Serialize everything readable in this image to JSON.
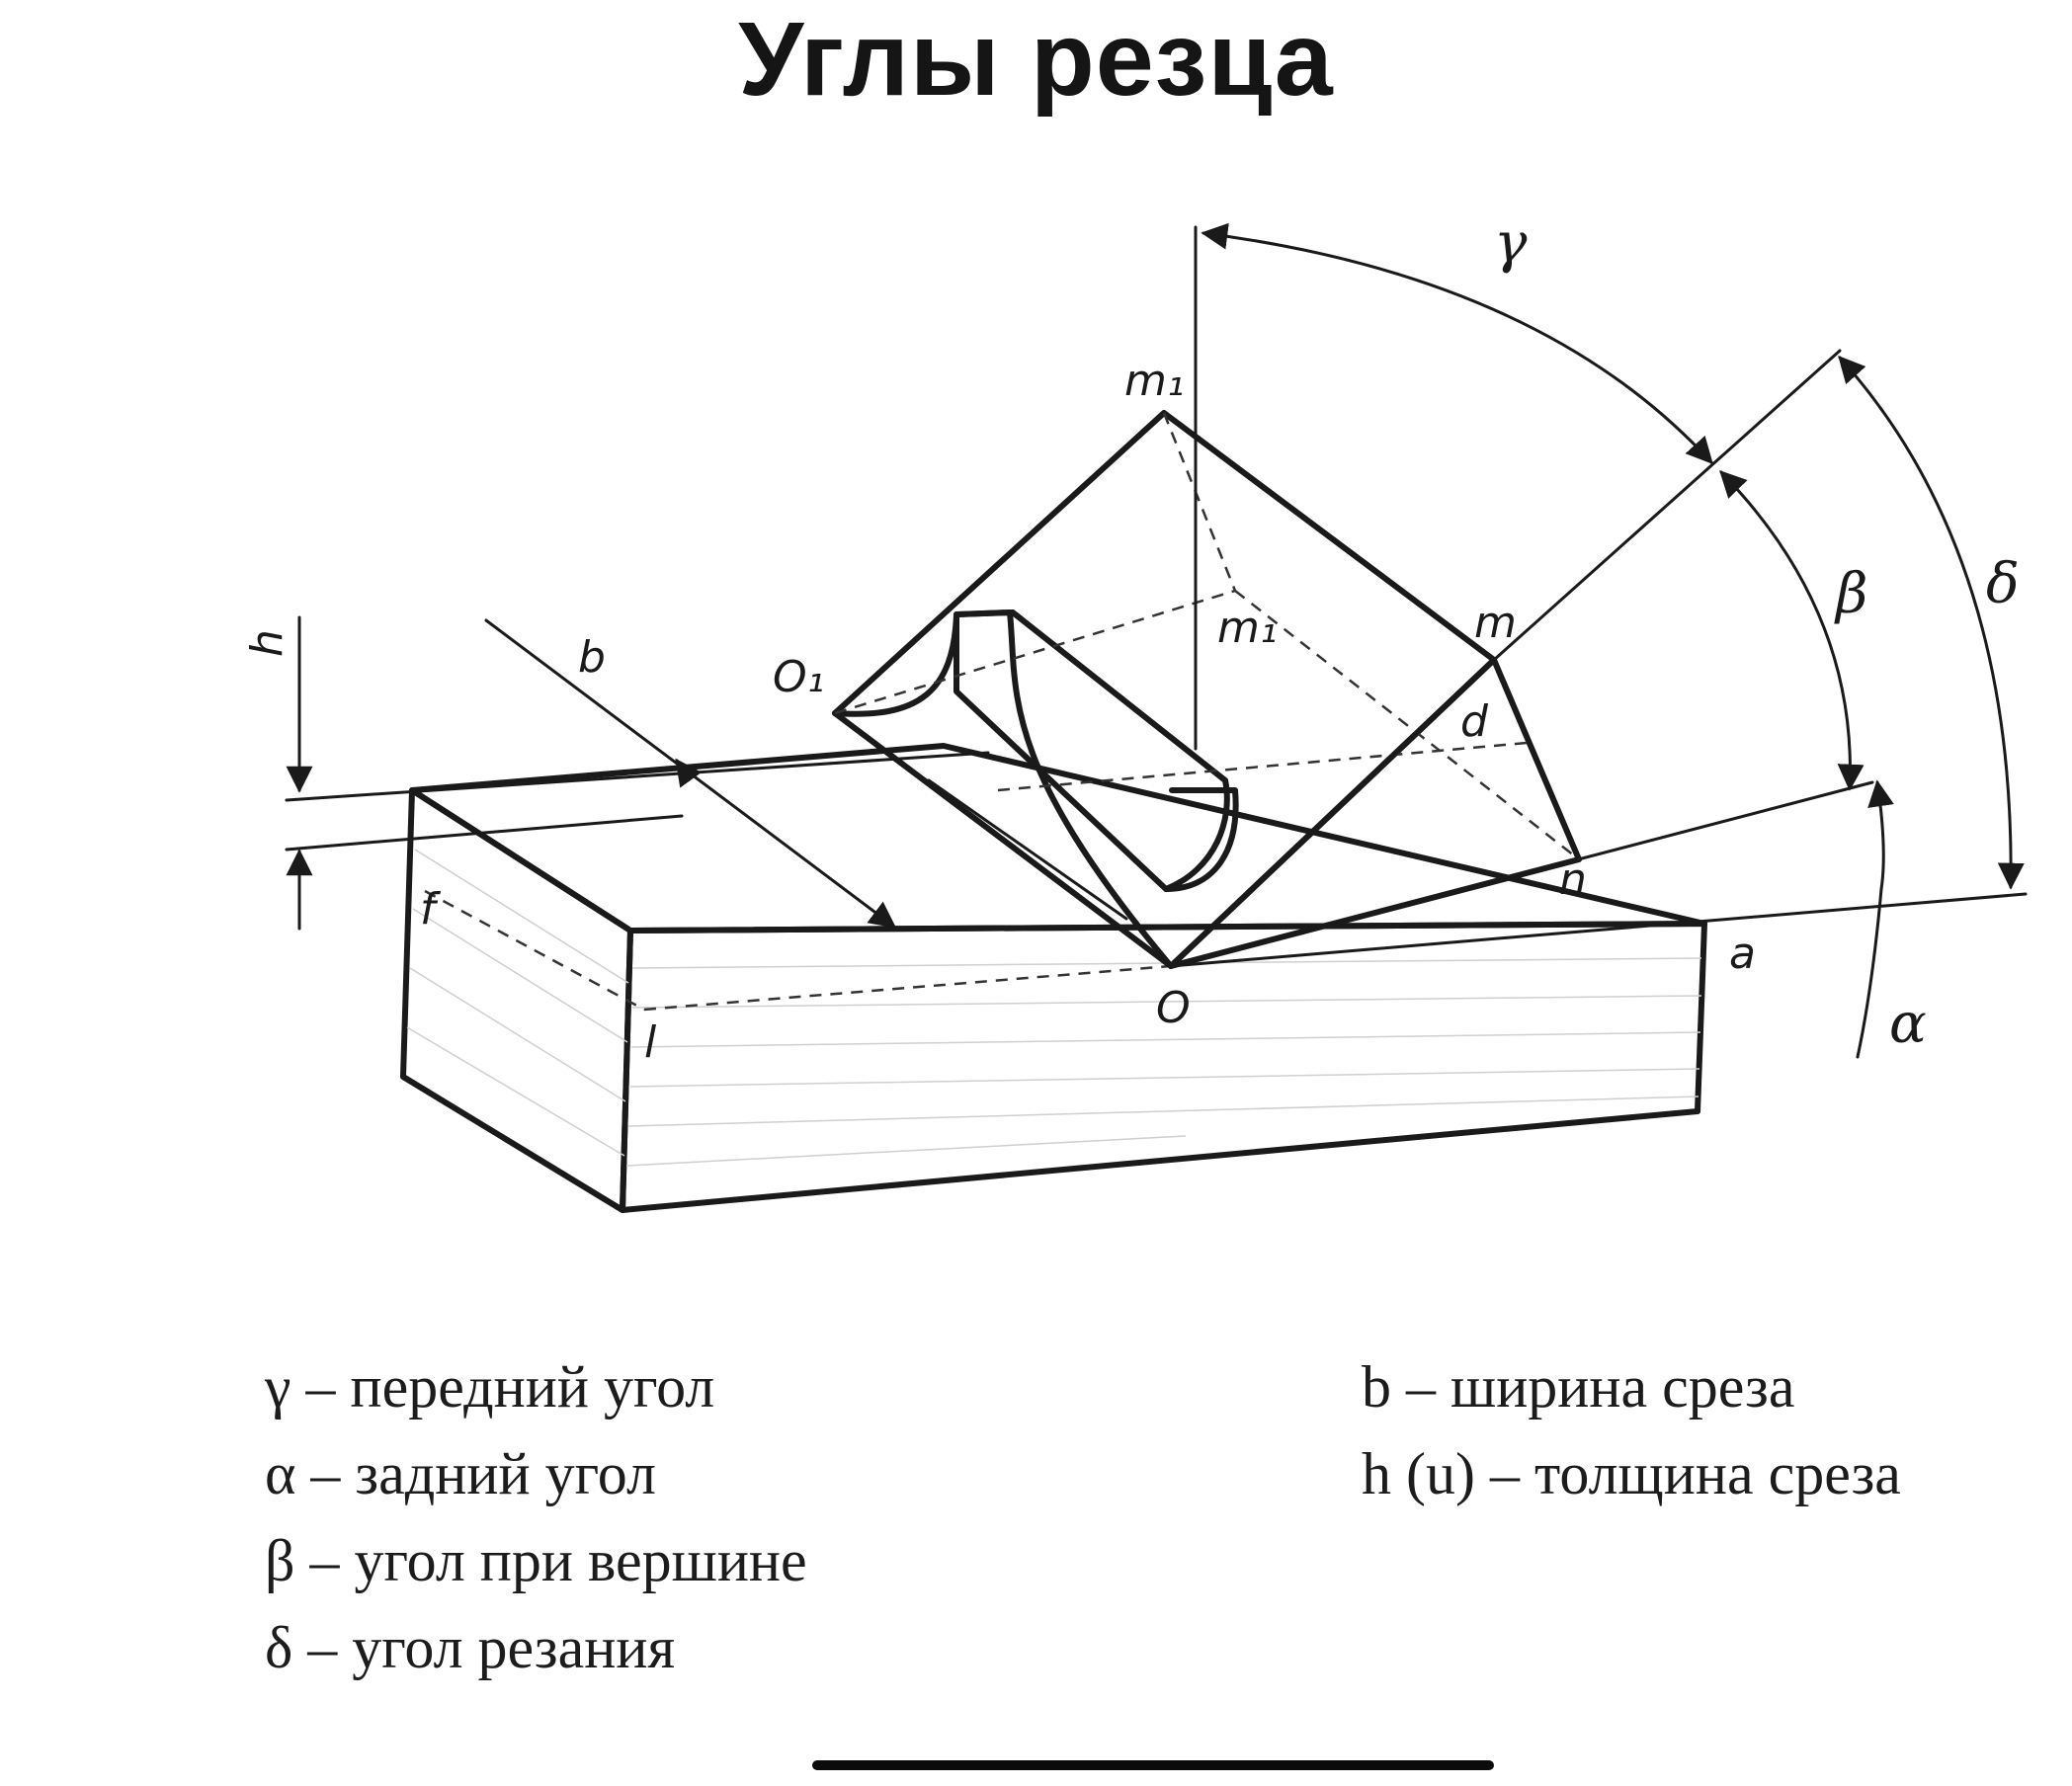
{
  "title": "Углы резца",
  "diagram": {
    "point_labels": {
      "m1_top": "m₁",
      "m1_mid": "m₁",
      "m": "m",
      "d": "d",
      "n": "n",
      "O1": "O₁",
      "O": "O",
      "a": "a",
      "l": "l",
      "f": "f",
      "b": "b",
      "h": "h"
    },
    "angle_labels": {
      "gamma": "γ",
      "beta": "β",
      "delta": "δ",
      "alpha": "α"
    }
  },
  "legend": {
    "left": [
      "γ – передний угол",
      "α – задний угол",
      "β – угол при вершине",
      "δ – угол резания"
    ],
    "right": [
      "b – ширина среза",
      "h (u) – толщина среза"
    ]
  }
}
